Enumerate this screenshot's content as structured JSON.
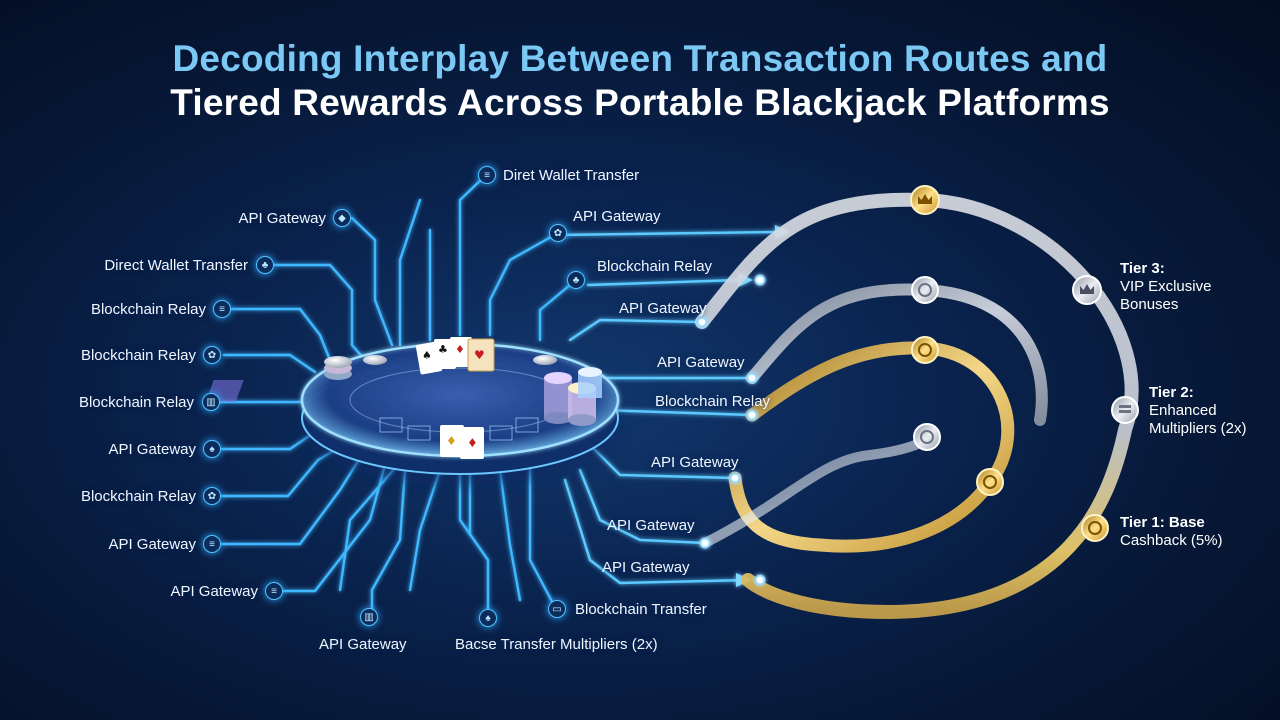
{
  "title": {
    "line1": "Decoding Interplay Between Transaction Routes and",
    "line2": "Tiered Rewards Across Portable Blackjack Platforms"
  },
  "left_routes": [
    {
      "label": "API Gateway",
      "icon": "shield-icon"
    },
    {
      "label": "Direct Wallet Transfer",
      "icon": "club-icon"
    },
    {
      "label": "Blockchain Relay",
      "icon": "stack-icon"
    },
    {
      "label": "Blockchain Relay",
      "icon": "puzzle-icon"
    },
    {
      "label": "Blockchain Relay",
      "icon": "building-icon"
    },
    {
      "label": "API Gateway",
      "icon": "spade-icon"
    },
    {
      "label": "Blockchain Relay",
      "icon": "puzzle-icon"
    },
    {
      "label": "API Gateway",
      "icon": "stack-icon"
    },
    {
      "label": "API Gateway",
      "icon": "stack-icon"
    }
  ],
  "bottom_routes": [
    {
      "label": "API Gateway",
      "icon": "building-icon"
    },
    {
      "label": "Bacse Transfer Multipliers (2x)",
      "icon": "spade-icon"
    },
    {
      "label": "Blockchain Transfer",
      "icon": "ticket-icon"
    }
  ],
  "top_routes": [
    {
      "label": "Diret Wallet Transfer",
      "icon": "stack-icon"
    },
    {
      "label": "API Gateway",
      "icon": "puzzle-icon"
    },
    {
      "label": "Blockchain Relay",
      "icon": "club-icon"
    }
  ],
  "right_routes": [
    {
      "label": "API Gateway"
    },
    {
      "label": "API Gateway"
    },
    {
      "label": "Blockchain Relay"
    },
    {
      "label": "API Gateway"
    },
    {
      "label": "API Gateway"
    },
    {
      "label": "API Gateway"
    }
  ],
  "tiers": [
    {
      "name": "Tier 3:",
      "line1": "VIP Exclusive",
      "line2": "Bonuses",
      "color": "#d8dde6"
    },
    {
      "name": "Tier 2:",
      "line1": "Enhanced",
      "line2": "Multipliers (2x)",
      "color": "#c8ccd4"
    },
    {
      "name": "Tier 1: Base",
      "line1": "Cashback (5%)",
      "line2": "",
      "color": "#e8c65a"
    }
  ],
  "colors": {
    "route_line": "#3fb8ff",
    "glow": "#1e8fff",
    "gold": "#e6b93d",
    "silver": "#c9ced8"
  }
}
